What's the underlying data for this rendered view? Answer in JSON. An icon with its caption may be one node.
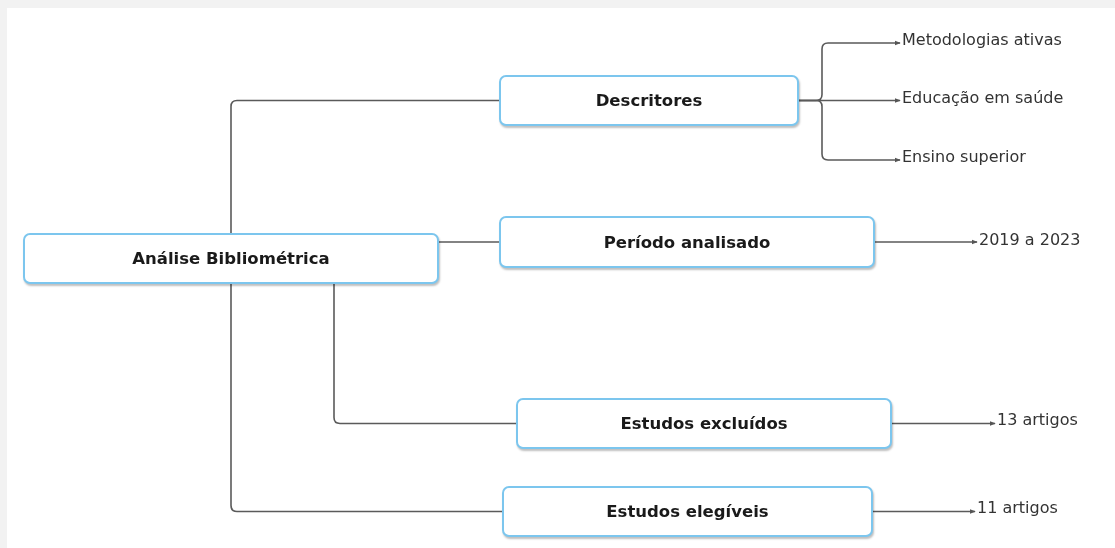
{
  "diagram": {
    "nodes": [
      {
        "text": [
          "Análise Bibliométrica"
        ]
      },
      {
        "text": [
          "Descritores"
        ]
      },
      {
        "text": [
          "Metodologias ativas"
        ]
      },
      {
        "text": [
          "Educação em saúde"
        ]
      },
      {
        "text": [
          "Ensino superior"
        ]
      },
      {
        "text": [
          "Período analisado"
        ]
      },
      {
        "text": [
          "2019 a 2023"
        ]
      },
      {
        "text": [
          "Estudos excluídos"
        ]
      },
      {
        "text": [
          "13 artigos"
        ]
      },
      {
        "text": [
          "Estudos elegíveis"
        ]
      },
      {
        "text": [
          "11 artigos"
        ]
      }
    ],
    "edges": [
      {
        "from": 0,
        "to": 1,
        "arrow": "none"
      },
      {
        "from": 1,
        "to": 2,
        "arrow": "to"
      },
      {
        "from": 1,
        "to": 3,
        "arrow": "to"
      },
      {
        "from": 1,
        "to": 4,
        "arrow": "to"
      },
      {
        "from": 0,
        "to": 5,
        "arrow": "none"
      },
      {
        "from": 5,
        "to": 6,
        "arrow": "to"
      },
      {
        "from": 0,
        "to": 7,
        "arrow": "none"
      },
      {
        "from": 7,
        "to": 8,
        "arrow": "to"
      },
      {
        "from": 0,
        "to": 9,
        "arrow": "none"
      },
      {
        "from": 9,
        "to": 10,
        "arrow": "to"
      }
    ]
  }
}
